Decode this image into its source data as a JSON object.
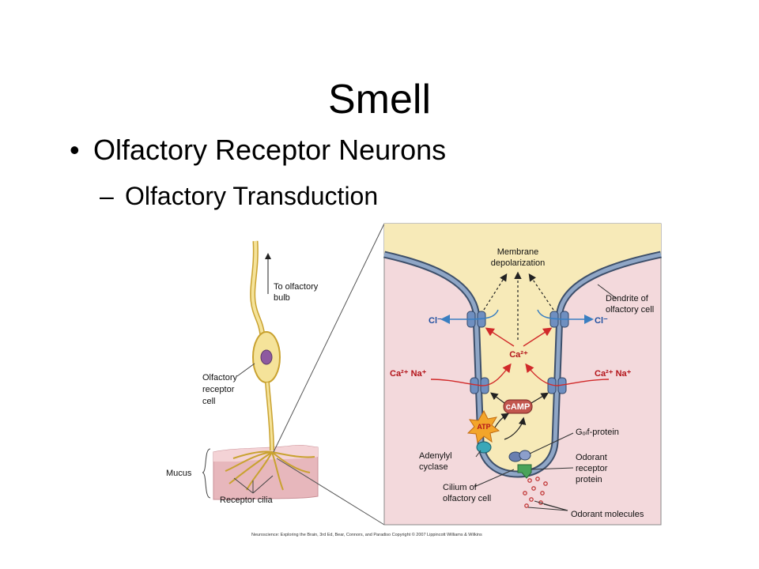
{
  "slide": {
    "title": "Smell",
    "bullet1": "Olfactory Receptor Neurons",
    "bullet2": "Olfactory Transduction",
    "bullet1_marker": "•",
    "bullet2_marker": "–"
  },
  "figure": {
    "labels": {
      "to_olfactory_1": "To olfactory",
      "to_olfactory_2": "bulb",
      "receptor_cell_1": "Olfactory",
      "receptor_cell_2": "receptor",
      "receptor_cell_3": "cell",
      "mucus": "Mucus",
      "receptor_cilia": "Receptor cilia",
      "membrane_1": "Membrane",
      "membrane_2": "depolarization",
      "dendrite_1": "Dendrite of",
      "dendrite_2": "olfactory cell",
      "cl_left": "Cl⁻",
      "cl_right": "Cl⁻",
      "ca_center": "Ca²⁺",
      "ca_na_left": "Ca²⁺  Na⁺",
      "ca_na_right": "Ca²⁺  Na⁺",
      "camp": "cAMP",
      "atp": "ATP",
      "golf": "Gₒₗf-protein",
      "adenylyl_1": "Adenylyl",
      "adenylyl_2": "cyclase",
      "odorant_receptor_1": "Odorant",
      "odorant_receptor_2": "receptor",
      "odorant_receptor_3": "protein",
      "cilium_1": "Cilium of",
      "cilium_2": "olfactory cell",
      "odorant_molecules": "Odorant molecules"
    },
    "credit": "Neuroscience: Exploring the Brain, 3rd Ed, Bear, Connors, and Paradiso Copyright © 2007 Lippincott Williams & Wilkins"
  },
  "colors": {
    "tissue_pink": "#f3d9dc",
    "cell_yellow": "#f7eab8",
    "membrane_blue": "#7b93b4",
    "arrow_red": "#d12a2a",
    "label_blue": "#1f4fa0"
  }
}
